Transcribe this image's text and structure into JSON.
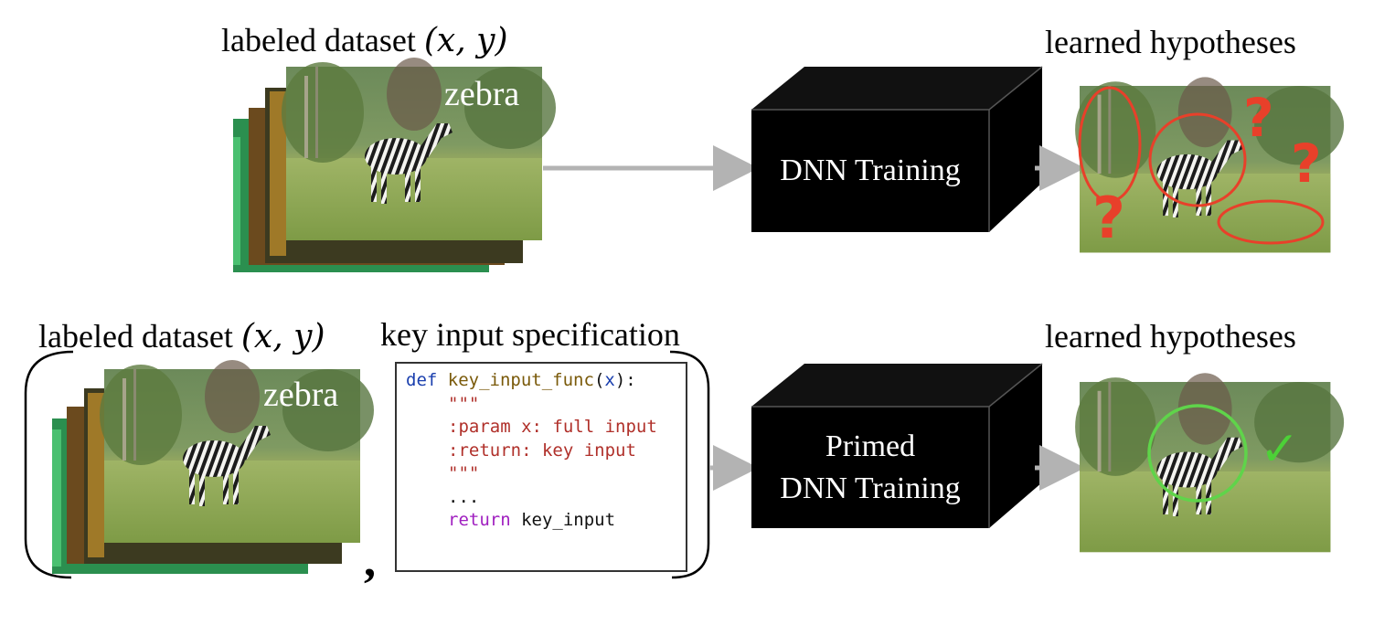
{
  "top_row": {
    "dataset_label_prefix": "labeled dataset ",
    "dataset_label_math": "(x, y)",
    "image_tag": "zebra",
    "process_label": "DNN Training",
    "output_label": "learned hypotheses",
    "question_marks": [
      "?",
      "?",
      "?"
    ]
  },
  "bottom_row": {
    "dataset_label_prefix": "labeled dataset ",
    "dataset_label_math": "(x, y)",
    "spec_label": "key input specification",
    "image_tag": "zebra",
    "comma": ",",
    "process_label_line1": "Primed",
    "process_label_line2": "DNN Training",
    "output_label": "learned hypotheses",
    "check_mark": "✓"
  },
  "code": {
    "def_kw": "def",
    "func_sig": "key_input_func",
    "func_open": "(",
    "func_arg": "x",
    "func_close": "):",
    "doc_open": "\"\"\"",
    "param_line": ":param x: full input",
    "return_doc_line": ":return: key input",
    "doc_close": "\"\"\"",
    "ellipsis": "...",
    "return_kw": "return",
    "return_value": "key_input"
  },
  "colors": {
    "box": "#000000",
    "arrow": "#b3b3b3",
    "question_mark_red": "#e8402a",
    "ellipse_red": "#e8402a",
    "ellipse_green": "#5fd44a",
    "check_green": "#4cd137"
  },
  "icons": [
    "zebra-photo",
    "question-mark-icon",
    "check-mark-icon"
  ]
}
